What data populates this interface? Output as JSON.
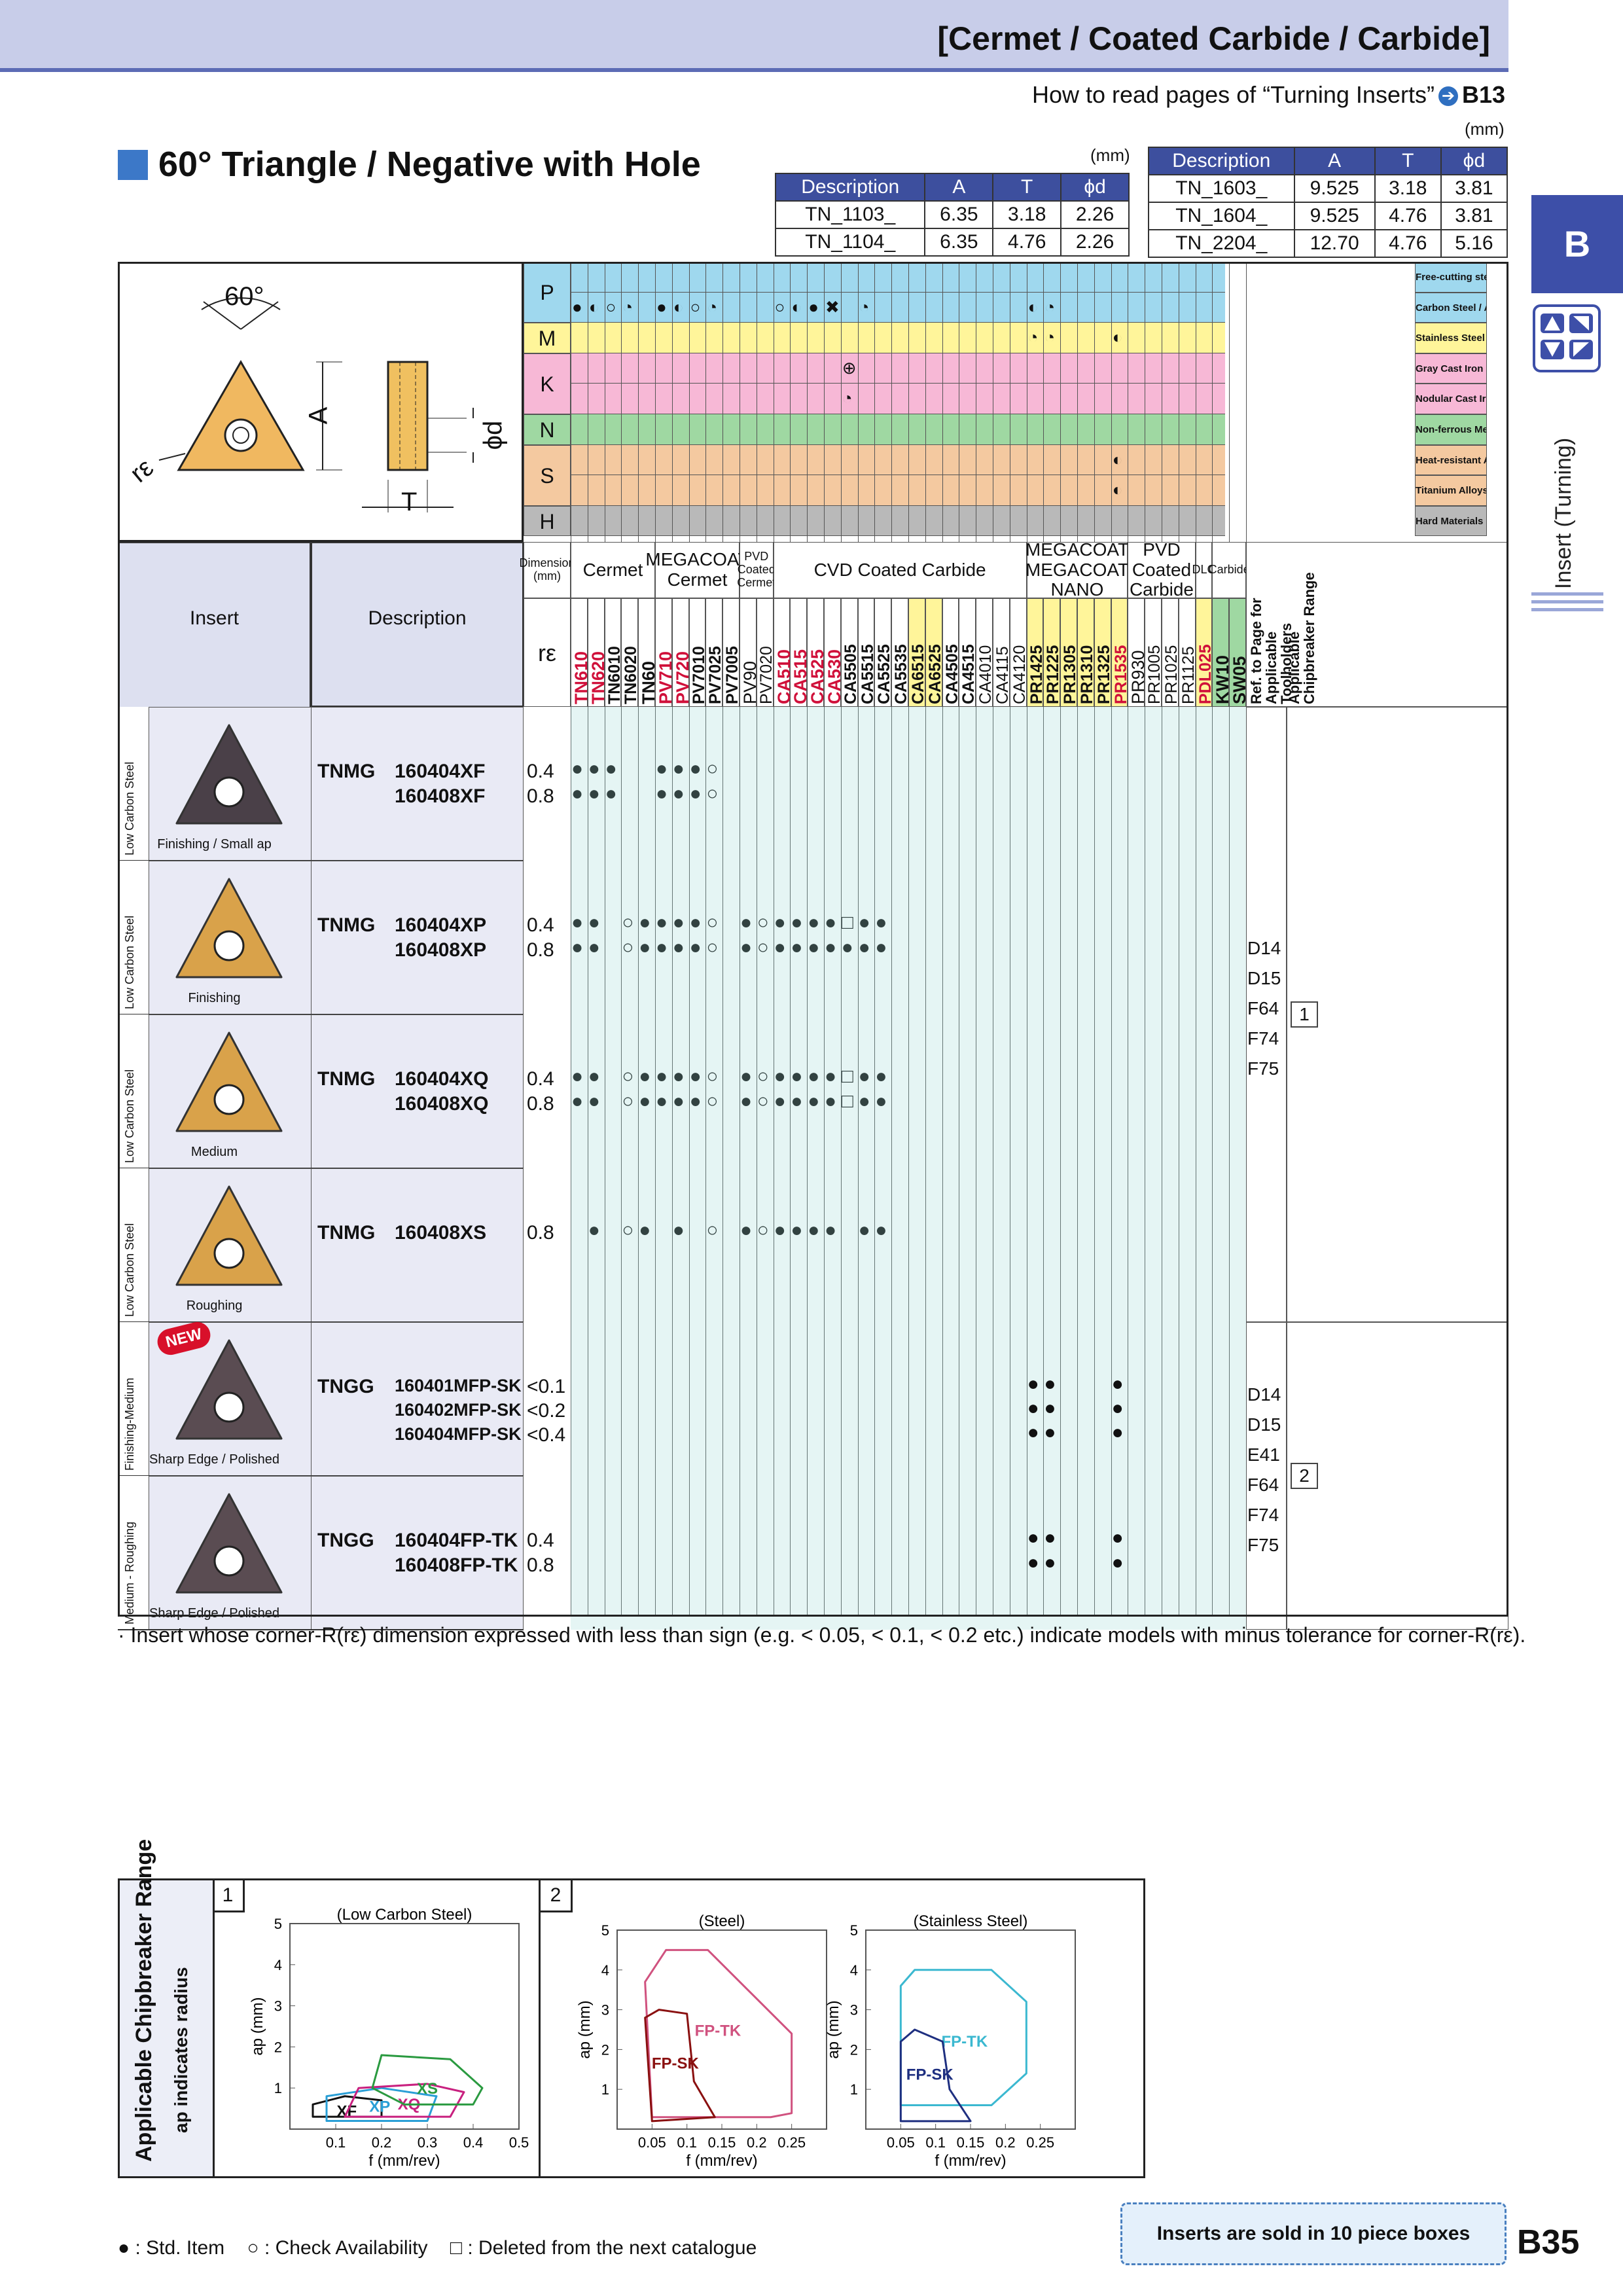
{
  "header": {
    "category": "[Cermet / Coated Carbide / Carbide]",
    "howto_text": "How to read pages of “Turning Inserts”",
    "howto_ref": "B13"
  },
  "section": {
    "title": "60° Triangle / Negative with Hole",
    "unit": "(mm)"
  },
  "side": {
    "tab": "B",
    "label": "Insert (Turning)"
  },
  "dim_table_left": {
    "headers": [
      "Description",
      "A",
      "T",
      "ϕd"
    ],
    "rows": [
      [
        "TN_1103_",
        "6.35",
        "3.18",
        "2.26"
      ],
      [
        "TN_1104_",
        "6.35",
        "4.76",
        "2.26"
      ]
    ]
  },
  "dim_table_right": {
    "headers": [
      "Description",
      "A",
      "T",
      "ϕd"
    ],
    "rows": [
      [
        "TN_1603_",
        "9.525",
        "3.18",
        "3.81"
      ],
      [
        "TN_1604_",
        "9.525",
        "4.76",
        "3.81"
      ],
      [
        "TN_2204_",
        "12.70",
        "4.76",
        "5.16"
      ]
    ]
  },
  "drawing": {
    "angle": "60°",
    "a": "A",
    "t": "T",
    "d": "ϕd",
    "r": "rε"
  },
  "materials": [
    {
      "code": "P",
      "label": "Free-cutting steel",
      "color": "#9fd8ee"
    },
    {
      "code": "",
      "label": "Carbon Steel / Alloy Steel",
      "color": "#9fd8ee"
    },
    {
      "code": "M",
      "label": "Stainless Steel",
      "color": "#fff59a"
    },
    {
      "code": "K",
      "label": "Gray Cast Iron",
      "color": "#f7b8d6"
    },
    {
      "code": "",
      "label": "Nodular Cast Iron",
      "color": "#f7b8d6"
    },
    {
      "code": "N",
      "label": "Non-ferrous Metals",
      "color": "#9fd8a2"
    },
    {
      "code": "S",
      "label": "Heat-resistant Alloys",
      "color": "#f4c9a0"
    },
    {
      "code": "",
      "label": "Titanium Alloys",
      "color": "#f4c9a0"
    },
    {
      "code": "H",
      "label": "Hard Materials",
      "color": "#b9b9b9"
    }
  ],
  "groups": [
    {
      "label": "Dimension\n(mm)"
    },
    {
      "label": "Cermet"
    },
    {
      "label": "MEGACOAT\nCermet"
    },
    {
      "label": "PVD\nCoated\nCermet"
    },
    {
      "label": "CVD Coated Carbide"
    },
    {
      "label": "MEGACOAT\nMEGACOAT NANO"
    },
    {
      "label": "PVD Coated\nCarbide"
    },
    {
      "label": "DLC"
    },
    {
      "label": "Carbide"
    }
  ],
  "grades": [
    "TN610",
    "TN620",
    "TN6010",
    "TN6020",
    "TN60",
    "PV710",
    "PV720",
    "PV7010",
    "PV7025",
    "PV7005",
    "PV90",
    "PV7020",
    "CA510",
    "CA515",
    "CA525",
    "CA530",
    "CA5505",
    "CA5515",
    "CA5525",
    "CA5535",
    "CA6515",
    "CA6525",
    "CA4505",
    "CA4515",
    "CA4010",
    "CA4115",
    "CA4120",
    "PR1425",
    "PR1225",
    "PR1305",
    "PR1310",
    "PR1325",
    "PR1535",
    "PR930",
    "PR1005",
    "PR1025",
    "PR1125",
    "PDL025",
    "KW10",
    "SW05"
  ],
  "col_headers": {
    "insert": "Insert",
    "description": "Description",
    "re": "rε",
    "ref": "Ref. to Page for Applicable Toolholders",
    "chip": "Applicable Chipbreaker Range"
  },
  "material_marks": [
    {
      "row": 1,
      "col": 0,
      "m": "●"
    },
    {
      "row": 1,
      "col": 1,
      "m": "◐"
    },
    {
      "row": 1,
      "col": 2,
      "m": "○"
    },
    {
      "row": 1,
      "col": 3,
      "m": "◔"
    },
    {
      "row": 1,
      "col": 5,
      "m": "●"
    },
    {
      "row": 1,
      "col": 6,
      "m": "◐"
    },
    {
      "row": 1,
      "col": 7,
      "m": "○"
    },
    {
      "row": 1,
      "col": 8,
      "m": "◔"
    },
    {
      "row": 1,
      "col": 12,
      "m": "○"
    },
    {
      "row": 1,
      "col": 13,
      "m": "◐"
    },
    {
      "row": 1,
      "col": 14,
      "m": "●"
    },
    {
      "row": 1,
      "col": 15,
      "m": "✖"
    },
    {
      "row": 1,
      "col": 17,
      "m": "◔"
    },
    {
      "row": 1,
      "col": 27,
      "m": "◐"
    },
    {
      "row": 1,
      "col": 28,
      "m": "◔"
    },
    {
      "row": 2,
      "col": 27,
      "m": "◔"
    },
    {
      "row": 2,
      "col": 28,
      "m": "◔"
    },
    {
      "row": 2,
      "col": 32,
      "m": "◐"
    },
    {
      "row": 3,
      "col": 16,
      "m": "⊕"
    },
    {
      "row": 4,
      "col": 16,
      "m": "◔"
    },
    {
      "row": 6,
      "col": 32,
      "m": "◐"
    },
    {
      "row": 7,
      "col": 32,
      "m": "◐"
    }
  ],
  "rows": [
    {
      "side": "Low Carbon Steel",
      "caption": "Finishing / Small ap",
      "prefix": "TNMG",
      "descs": [
        "160404XF",
        "160408XF"
      ],
      "re": [
        "0.4",
        "0.8"
      ],
      "marks": [
        [
          "●",
          "●",
          "●",
          "",
          "",
          "●",
          "●",
          "●",
          "○"
        ],
        [
          "●",
          "●",
          "●",
          "",
          "",
          "●",
          "●",
          "●",
          "○"
        ]
      ],
      "badge": ""
    },
    {
      "side": "Low Carbon Steel",
      "caption": "Finishing",
      "prefix": "TNMG",
      "descs": [
        "160404XP",
        "160408XP"
      ],
      "re": [
        "0.4",
        "0.8"
      ],
      "marks": [
        [
          "●",
          "●",
          "",
          "○",
          "●",
          "●",
          "●",
          "●",
          "○",
          "",
          "●",
          "○",
          "●",
          "●",
          "●",
          "●",
          "□",
          "●",
          "●"
        ],
        [
          "●",
          "●",
          "",
          "○",
          "●",
          "●",
          "●",
          "●",
          "○",
          "",
          "●",
          "○",
          "●",
          "●",
          "●",
          "●",
          "●",
          "●",
          "●"
        ]
      ],
      "badge": ""
    },
    {
      "side": "Low Carbon Steel",
      "caption": "Medium",
      "prefix": "TNMG",
      "descs": [
        "160404XQ",
        "160408XQ"
      ],
      "re": [
        "0.4",
        "0.8"
      ],
      "marks": [
        [
          "●",
          "●",
          "",
          "○",
          "●",
          "●",
          "●",
          "●",
          "○",
          "",
          "●",
          "○",
          "●",
          "●",
          "●",
          "●",
          "□",
          "●",
          "●"
        ],
        [
          "●",
          "●",
          "",
          "○",
          "●",
          "●",
          "●",
          "●",
          "○",
          "",
          "●",
          "○",
          "●",
          "●",
          "●",
          "●",
          "□",
          "●",
          "●"
        ]
      ],
      "badge": ""
    },
    {
      "side": "Low Carbon Steel",
      "caption": "Roughing",
      "prefix": "TNMG",
      "descs": [
        "160408XS"
      ],
      "re": [
        "0.8"
      ],
      "marks": [
        [
          "",
          "●",
          "",
          "○",
          "●",
          "",
          "●",
          "",
          "○",
          "",
          "●",
          "○",
          "●",
          "●",
          "●",
          "●",
          "",
          "●",
          "●"
        ]
      ],
      "badge": ""
    },
    {
      "side": "Finishing-Medium",
      "caption": "Sharp Edge / Polished",
      "prefix": "TNGG",
      "descs": [
        "160401MFP-SK",
        "160402MFP-SK",
        "160404MFP-SK"
      ],
      "re": [
        "<0.1",
        "<0.2",
        "<0.4"
      ],
      "marks": [],
      "badge": "NEW"
    },
    {
      "side": "Medium - Roughing",
      "caption": "Sharp Edge / Polished",
      "prefix": "TNGG",
      "descs": [
        "160404FP-TK",
        "160408FP-TK"
      ],
      "re": [
        "0.4",
        "0.8"
      ],
      "marks": [],
      "badge": ""
    }
  ],
  "ref_group1": {
    "pages": [
      "D14",
      "D15",
      "F64",
      "F74",
      "F75"
    ],
    "range": "1"
  },
  "ref_group2": {
    "pages": [
      "D14",
      "D15",
      "E41",
      "F64",
      "F74",
      "F75"
    ],
    "range": "2"
  },
  "footnote": "· Insert whose corner-R(rε) dimension expressed with less than sign (e.g. < 0.05, < 0.1, < 0.2 etc.) indicate models with minus tolerance for corner-R(rε).",
  "chip_panel": {
    "title": "Applicable Chipbreaker Range",
    "subtitle": "ap indicates radius",
    "box1": "1",
    "box2": "2"
  },
  "chart_data": [
    {
      "type": "area",
      "title": "(Low Carbon Steel)",
      "xlabel": "f (mm/rev)",
      "ylabel": "ap (mm)",
      "xlim": [
        0,
        0.5
      ],
      "ylim": [
        0,
        5
      ],
      "xticks": [
        "0.1",
        "0.2",
        "0.3",
        "0.4",
        "0.5"
      ],
      "yticks": [
        "1",
        "2",
        "3",
        "4",
        "5"
      ],
      "series": [
        {
          "name": "XF",
          "color": "#111111",
          "points": [
            [
              0.05,
              0.3
            ],
            [
              0.05,
              0.6
            ],
            [
              0.12,
              0.8
            ],
            [
              0.2,
              0.7
            ],
            [
              0.2,
              0.3
            ]
          ]
        },
        {
          "name": "XP",
          "color": "#2a9fd6",
          "points": [
            [
              0.08,
              0.2
            ],
            [
              0.08,
              0.8
            ],
            [
              0.2,
              1.0
            ],
            [
              0.32,
              0.8
            ],
            [
              0.3,
              0.2
            ]
          ]
        },
        {
          "name": "XQ",
          "color": "#c8207f",
          "points": [
            [
              0.12,
              0.3
            ],
            [
              0.15,
              1.0
            ],
            [
              0.3,
              1.1
            ],
            [
              0.38,
              0.9
            ],
            [
              0.35,
              0.3
            ]
          ]
        },
        {
          "name": "XS",
          "color": "#2a9a40",
          "points": [
            [
              0.18,
              1.0
            ],
            [
              0.2,
              1.8
            ],
            [
              0.35,
              1.7
            ],
            [
              0.42,
              1.0
            ],
            [
              0.4,
              0.6
            ],
            [
              0.25,
              0.6
            ]
          ]
        }
      ]
    },
    {
      "type": "area",
      "title": "(Steel)",
      "xlabel": "f (mm/rev)",
      "ylabel": "ap (mm)",
      "xlim": [
        0,
        0.3
      ],
      "ylim": [
        0,
        5
      ],
      "xticks": [
        "0.05",
        "0.1",
        "0.15",
        "0.2",
        "0.25"
      ],
      "yticks": [
        "1",
        "2",
        "3",
        "4",
        "5"
      ],
      "series": [
        {
          "name": "FP-TK",
          "color": "#d0527f",
          "points": [
            [
              0.05,
              0.3
            ],
            [
              0.04,
              3.7
            ],
            [
              0.07,
              4.5
            ],
            [
              0.13,
              4.5
            ],
            [
              0.25,
              2.4
            ],
            [
              0.25,
              0.4
            ],
            [
              0.22,
              0.3
            ]
          ]
        },
        {
          "name": "FP-SK",
          "color": "#8a1010",
          "points": [
            [
              0.05,
              0.2
            ],
            [
              0.04,
              2.8
            ],
            [
              0.06,
              3.0
            ],
            [
              0.1,
              2.9
            ],
            [
              0.11,
              1.2
            ],
            [
              0.14,
              0.3
            ]
          ]
        }
      ]
    },
    {
      "type": "area",
      "title": "(Stainless Steel)",
      "xlabel": "f (mm/rev)",
      "ylabel": "ap (mm)",
      "xlim": [
        0,
        0.3
      ],
      "ylim": [
        0,
        5
      ],
      "xticks": [
        "0.05",
        "0.1",
        "0.15",
        "0.2",
        "0.25"
      ],
      "yticks": [
        "1",
        "2",
        "3",
        "4",
        "5"
      ],
      "series": [
        {
          "name": "FP-TK",
          "color": "#3bb8d0",
          "points": [
            [
              0.05,
              0.6
            ],
            [
              0.05,
              3.6
            ],
            [
              0.07,
              4.0
            ],
            [
              0.18,
              4.0
            ],
            [
              0.23,
              3.2
            ],
            [
              0.23,
              1.4
            ],
            [
              0.18,
              0.6
            ]
          ]
        },
        {
          "name": "FP-SK",
          "color": "#1e2f80",
          "points": [
            [
              0.05,
              0.2
            ],
            [
              0.05,
              2.2
            ],
            [
              0.07,
              2.5
            ],
            [
              0.11,
              2.2
            ],
            [
              0.12,
              1.0
            ],
            [
              0.15,
              0.2
            ]
          ]
        }
      ]
    }
  ],
  "legend": {
    "std": "● : Std. Item",
    "avail": "○ : Check Availability",
    "deleted": "□ : Deleted from the next catalogue"
  },
  "sold": "Inserts are sold in 10 piece boxes",
  "page": "B35"
}
